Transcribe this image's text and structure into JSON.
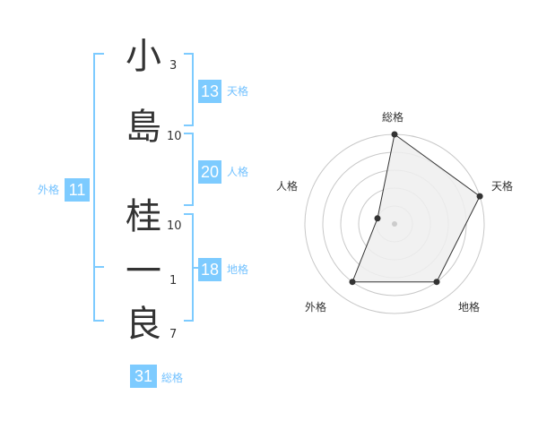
{
  "name_chars": [
    "小",
    "島",
    "桂",
    "一",
    "良"
  ],
  "stroke_counts": [
    "3",
    "10",
    "10",
    "1",
    "7"
  ],
  "fortunes": {
    "tenkaku": {
      "label": "天格",
      "value": "13"
    },
    "jinkaku": {
      "label": "人格",
      "value": "20"
    },
    "chikaku": {
      "label": "地格",
      "value": "18"
    },
    "gaikaku": {
      "label": "外格",
      "value": "11"
    },
    "soukaku": {
      "label": "総格",
      "value": "31"
    }
  },
  "chart_data": {
    "type": "radar",
    "axes": [
      "総格",
      "天格",
      "地格",
      "外格",
      "人格"
    ],
    "values": [
      5,
      5,
      4,
      4,
      1
    ],
    "scale_max": 5,
    "rings": 5,
    "grid": true,
    "colors": {
      "accent": "#7dcbff",
      "accent_text": "#73c2ff",
      "fill": "#eeeeee",
      "stroke": "#333333",
      "ring": "#c8c8c8",
      "center": "#cccccc"
    }
  }
}
